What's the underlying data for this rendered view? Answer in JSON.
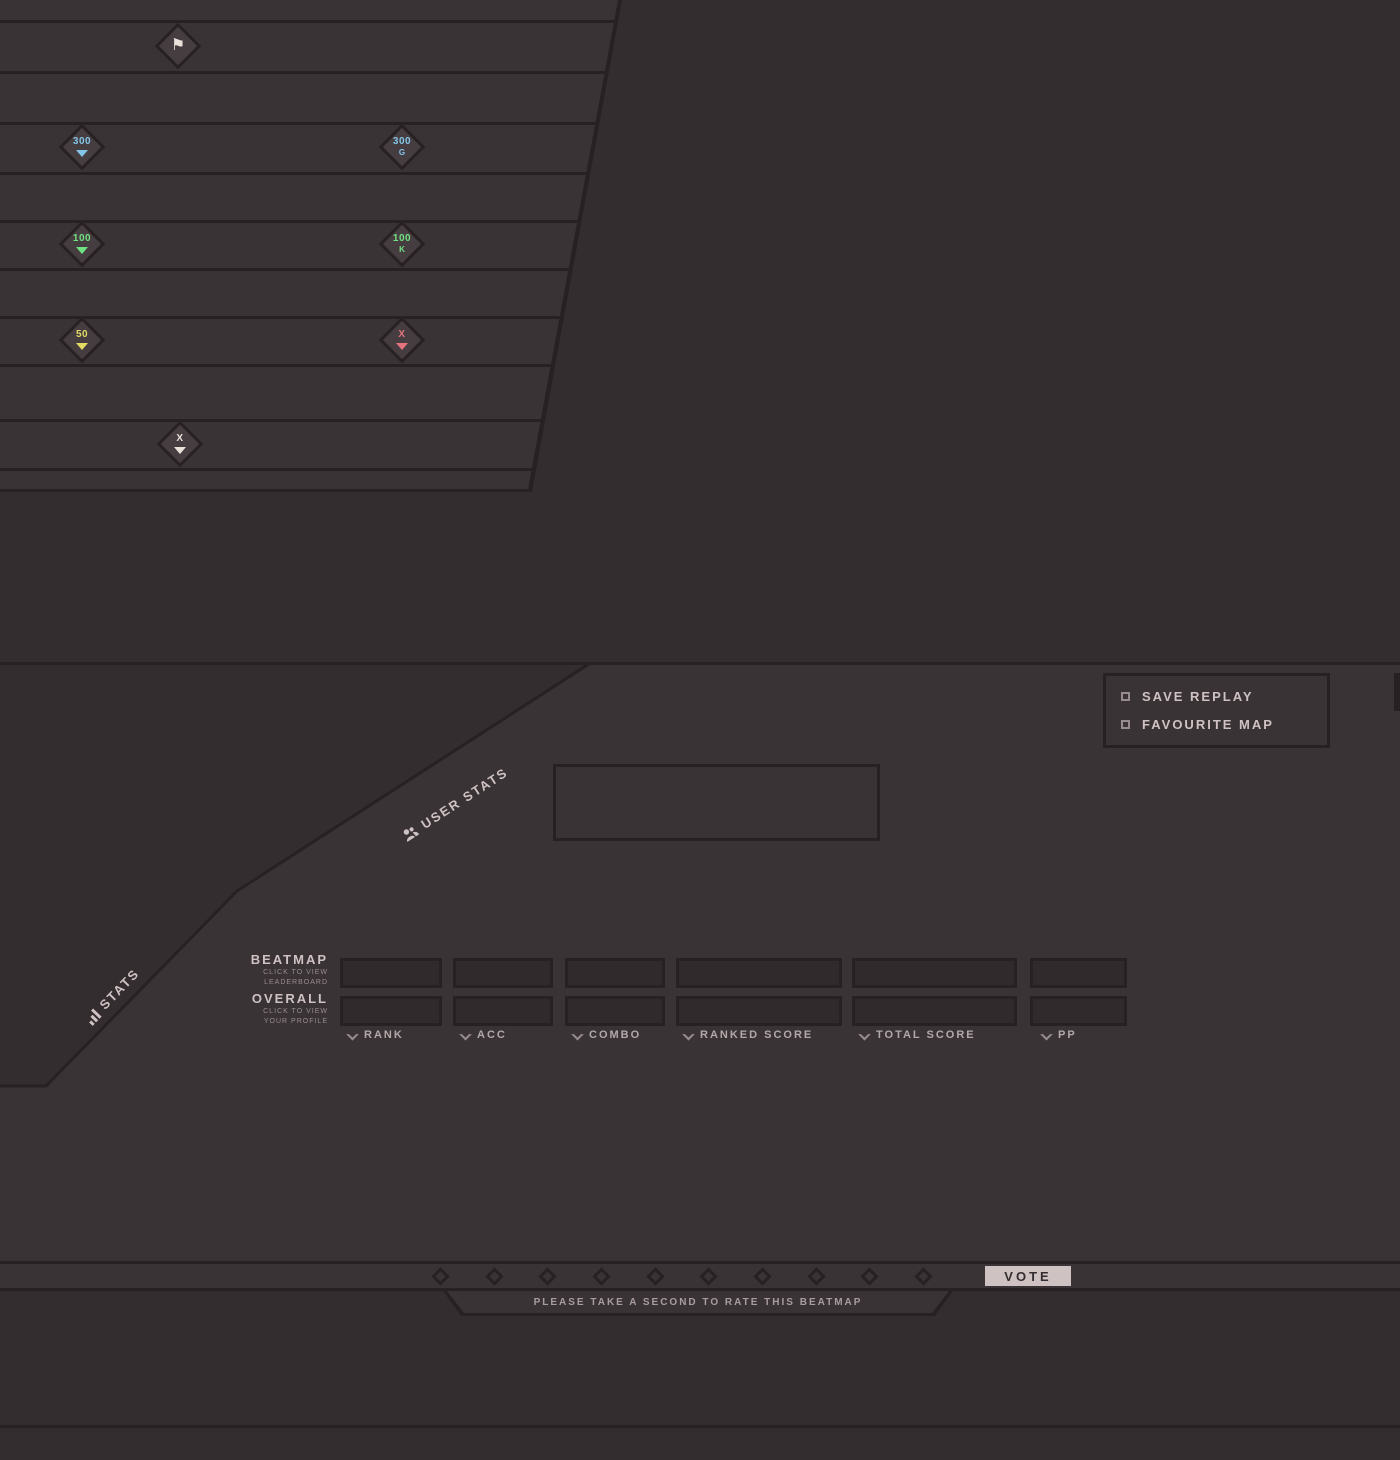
{
  "colors": {
    "bg": "#342d2f",
    "panel": "#3a3335",
    "panel_dark": "#302a2c",
    "border": "#272123",
    "badge_fill": "#463d40",
    "text": "#cfc2c3",
    "muted": "#978b8d",
    "blue": "#82c5e8",
    "green": "#70e283",
    "yellow": "#e3dc64",
    "red": "#e4737e",
    "cream": "#ece2dc"
  },
  "hit_panel": {
    "flag_icon": "⚑",
    "hit300": {
      "label": "300"
    },
    "geki": {
      "label": "300",
      "sub": "G"
    },
    "hit100": {
      "label": "100"
    },
    "katu": {
      "label": "100",
      "sub": "K"
    },
    "hit50": {
      "label": "50"
    },
    "miss": {
      "label": "X"
    },
    "combo": {
      "label": "X"
    }
  },
  "actions": {
    "save_replay": "SAVE REPLAY",
    "favourite_map": "FAVOURITE MAP"
  },
  "stats": {
    "user_stats_label": "USER STATS",
    "stats_label": "STATS",
    "beatmap_row": {
      "label": "BEATMAP",
      "sublabel": "CLICK TO VIEW LEADERBOARD"
    },
    "overall_row": {
      "label": "OVERALL",
      "sublabel": "CLICK TO VIEW YOUR PROFILE"
    },
    "columns": [
      "RANK",
      "ACC",
      "COMBO",
      "RANKED SCORE",
      "TOTAL SCORE",
      "PP"
    ],
    "values": {
      "beatmap": [
        "",
        "",
        "",
        "",
        "",
        ""
      ],
      "overall": [
        "",
        "",
        "",
        "",
        "",
        ""
      ]
    }
  },
  "vote": {
    "button_label": "VOTE",
    "prompt": "PLEASE TAKE A SECOND TO RATE THIS BEATMAP",
    "diamond_count": 10
  }
}
